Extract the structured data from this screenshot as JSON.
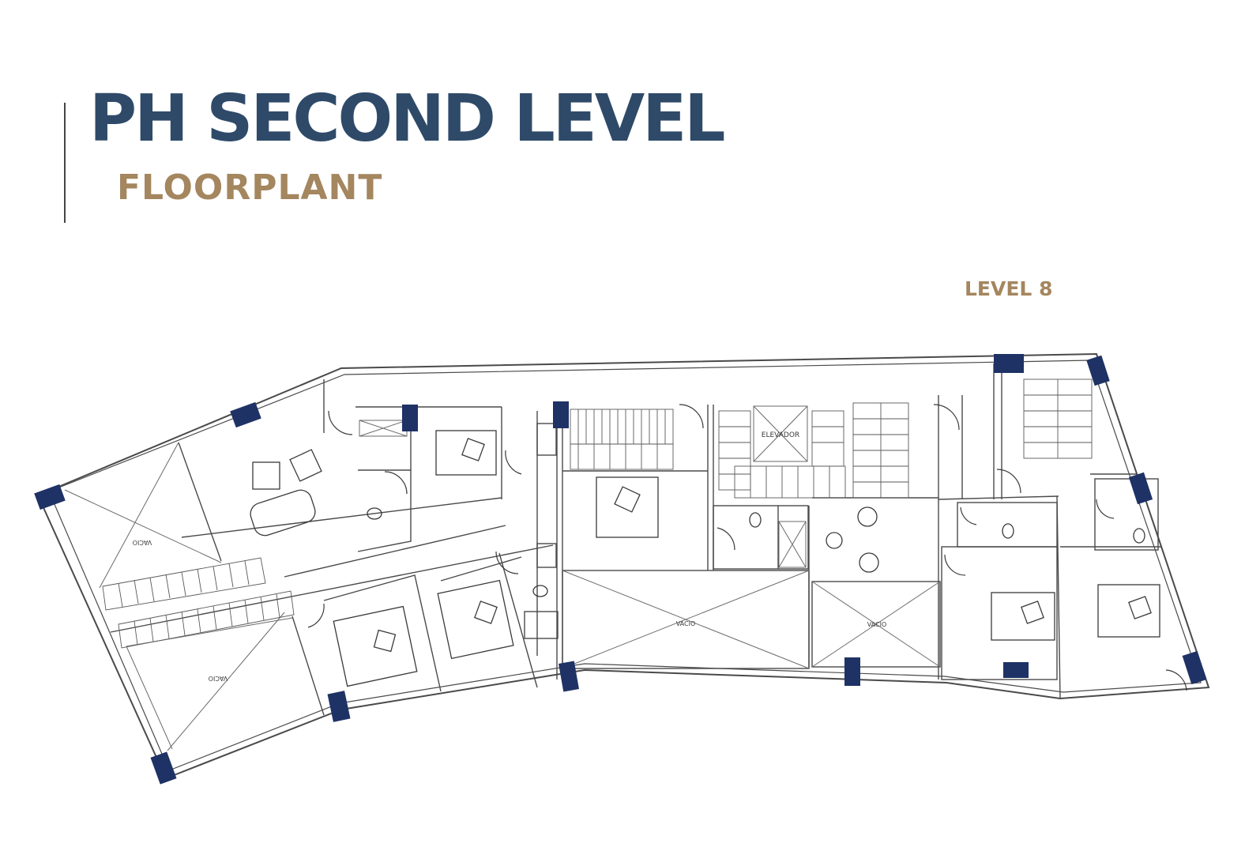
{
  "header": {
    "title": "PH SECOND LEVEL",
    "subtitle": "FLOORPLANT",
    "level": "LEVEL 8"
  },
  "plan_labels": {
    "elevator": "ELEVADOR",
    "void": "VACIO"
  },
  "colors": {
    "title": "#2f4a69",
    "accent": "#a4865f",
    "column": "#1f3266",
    "line": "#4a4a4a"
  }
}
